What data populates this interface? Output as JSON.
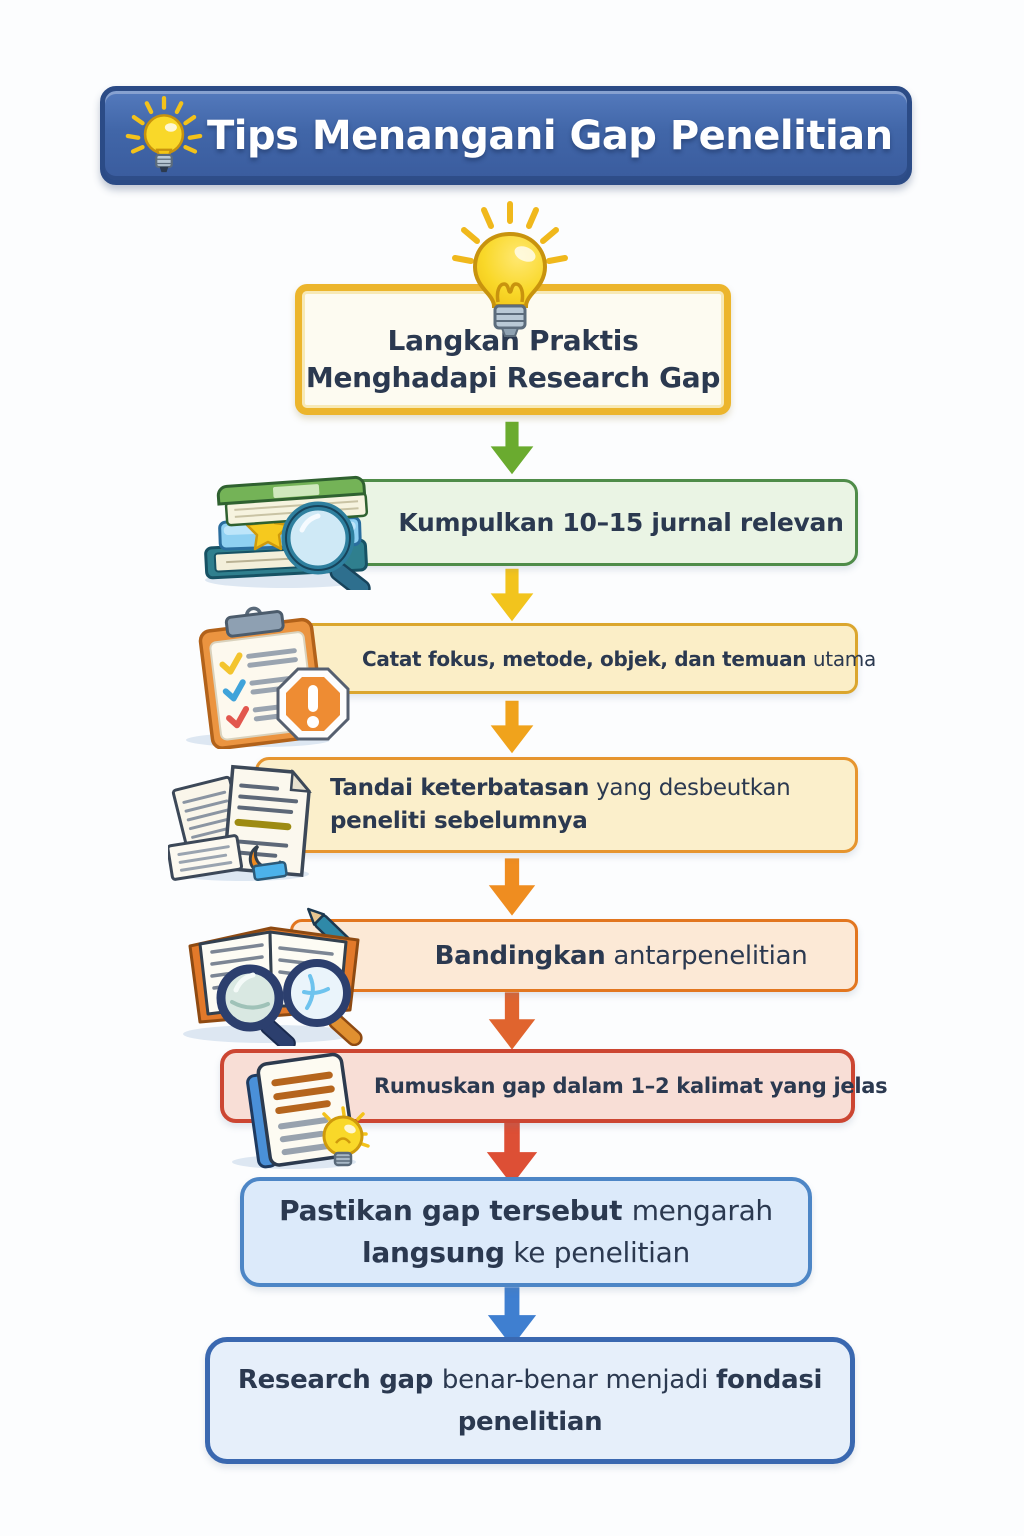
{
  "title_bar": {
    "title": "Tips Menangani Gap Penelitian"
  },
  "intro_box": {
    "fill": "#fdfbf1",
    "border": "#ecb52c",
    "lines": [
      [
        {
          "t": "Langkah Praktis",
          "b": 1
        }
      ],
      [
        {
          "t": "Menghadapi Research Gap",
          "b": 1
        }
      ]
    ]
  },
  "steps": [
    {
      "name": "kumpulkan-jurnal",
      "icon": "books-magnifier-icon",
      "fill": "#eaf4e4",
      "border": "#4f8c49",
      "lines": [
        [
          {
            "t": "Kumpulkan 10–15 jurnal relevan",
            "b": 1
          }
        ]
      ]
    },
    {
      "name": "catat-fokus",
      "icon": "clipboard-checklist-icon",
      "fill": "#fbeec7",
      "border": "#dba62e",
      "lines": [
        [
          {
            "t": "Catat fokus, metode, objek, dan temuan ",
            "b": 1
          },
          {
            "t": "utama",
            "b": 0
          }
        ]
      ]
    },
    {
      "name": "tandai-keterbatasan",
      "icon": "documents-icon",
      "fill": "#fbefcb",
      "border": "#e6952f",
      "lines": [
        [
          {
            "t": "Tandai keterbatasan",
            "b": 1
          },
          {
            "t": " yang desbeutkan",
            "b": 0
          }
        ],
        [
          {
            "t": "peneliti sebelumnya",
            "b": 1
          }
        ]
      ]
    },
    {
      "name": "bandingkan",
      "icon": "open-book-magnifiers-icon",
      "fill": "#fce9d6",
      "border": "#e2761f",
      "lines": [
        [
          {
            "t": "Bandingkan",
            "b": 1
          },
          {
            "t": " antarpenelitian",
            "b": 0
          }
        ]
      ]
    },
    {
      "name": "rumuskan-gap",
      "icon": "notebook-lightbulb-icon",
      "fill": "#f8ded6",
      "border": "#cc4632",
      "lines": [
        [
          {
            "t": "Rumuskan gap dalam 1–2 kalimat yang jelas",
            "b": 1
          }
        ]
      ]
    },
    {
      "name": "pastikan-gap",
      "icon": null,
      "fill": "#dceafa",
      "border": "#4d86c6",
      "lines": [
        [
          {
            "t": "Pastikan gap tersebut ",
            "b": 1
          },
          {
            "t": "mengarah",
            "b": 0
          }
        ],
        [
          {
            "t": "langsung",
            "b": 1
          },
          {
            "t": " ke penelitian",
            "b": 0
          }
        ]
      ]
    },
    {
      "name": "research-gap-fondasi",
      "icon": null,
      "fill": "#e6effa",
      "border": "#3a68b0",
      "lines": [
        [
          {
            "t": "Research gap ",
            "b": 1
          },
          {
            "t": "benar-benar menjadi ",
            "b": 0
          },
          {
            "t": "fondasi",
            "b": 1
          }
        ],
        [
          {
            "t": "penelitian",
            "b": 1
          }
        ]
      ]
    }
  ],
  "arrows": [
    {
      "color": "#6aab2f"
    },
    {
      "color": "#f2c41d"
    },
    {
      "color": "#f0a31c"
    },
    {
      "color": "#ef8d20"
    },
    {
      "color": "#e0642e"
    },
    {
      "color": "#dd4f35"
    },
    {
      "color": "#3f7fd0"
    }
  ],
  "palette": {
    "background": "#fcfdfe",
    "header_fill": "#4166a8",
    "header_border": "#2b4b86",
    "header_text": "#ffffff",
    "body_text": "#2b3950",
    "shadow_tint": "#dde7f2"
  }
}
